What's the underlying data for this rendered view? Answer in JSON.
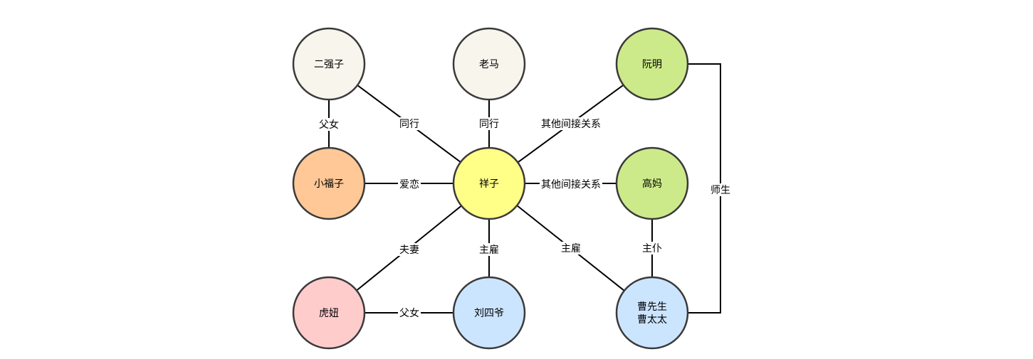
{
  "nodes": [
    {
      "id": "erqiangzi",
      "label": [
        "二强子"
      ],
      "color": "#f7f5ec"
    },
    {
      "id": "laoma",
      "label": [
        "老马"
      ],
      "color": "#f7f5ec"
    },
    {
      "id": "ruanming",
      "label": [
        "阮明"
      ],
      "color": "#cdea8a"
    },
    {
      "id": "xiaofuzi",
      "label": [
        "小福子"
      ],
      "color": "#ffc896"
    },
    {
      "id": "xiangzi",
      "label": [
        "祥子"
      ],
      "color": "#ffff88"
    },
    {
      "id": "gaoma",
      "label": [
        "高妈"
      ],
      "color": "#cdea8a"
    },
    {
      "id": "huniu",
      "label": [
        "虎妞"
      ],
      "color": "#ffcccc"
    },
    {
      "id": "liusiye",
      "label": [
        "刘四爷"
      ],
      "color": "#cce5ff"
    },
    {
      "id": "cao",
      "label": [
        "曹先生",
        "曹太太"
      ],
      "color": "#cce5ff"
    }
  ],
  "edges": [
    {
      "from": "erqiangzi",
      "to": "xiaofuzi",
      "label": "父女"
    },
    {
      "from": "erqiangzi",
      "to": "xiangzi",
      "label": "同行"
    },
    {
      "from": "laoma",
      "to": "xiangzi",
      "label": "同行"
    },
    {
      "from": "ruanming",
      "to": "xiangzi",
      "label": "其他间接关系"
    },
    {
      "from": "xiaofuzi",
      "to": "xiangzi",
      "label": "爱恋"
    },
    {
      "from": "xiangzi",
      "to": "gaoma",
      "label": "其他间接关系"
    },
    {
      "from": "xiangzi",
      "to": "huniu",
      "label": "夫妻"
    },
    {
      "from": "xiangzi",
      "to": "liusiye",
      "label": "主雇"
    },
    {
      "from": "xiangzi",
      "to": "cao",
      "label": "主雇"
    },
    {
      "from": "gaoma",
      "to": "cao",
      "label": "主仆"
    },
    {
      "from": "huniu",
      "to": "liusiye",
      "label": "父女"
    },
    {
      "from": "ruanming",
      "to": "cao",
      "label": "师生"
    }
  ]
}
